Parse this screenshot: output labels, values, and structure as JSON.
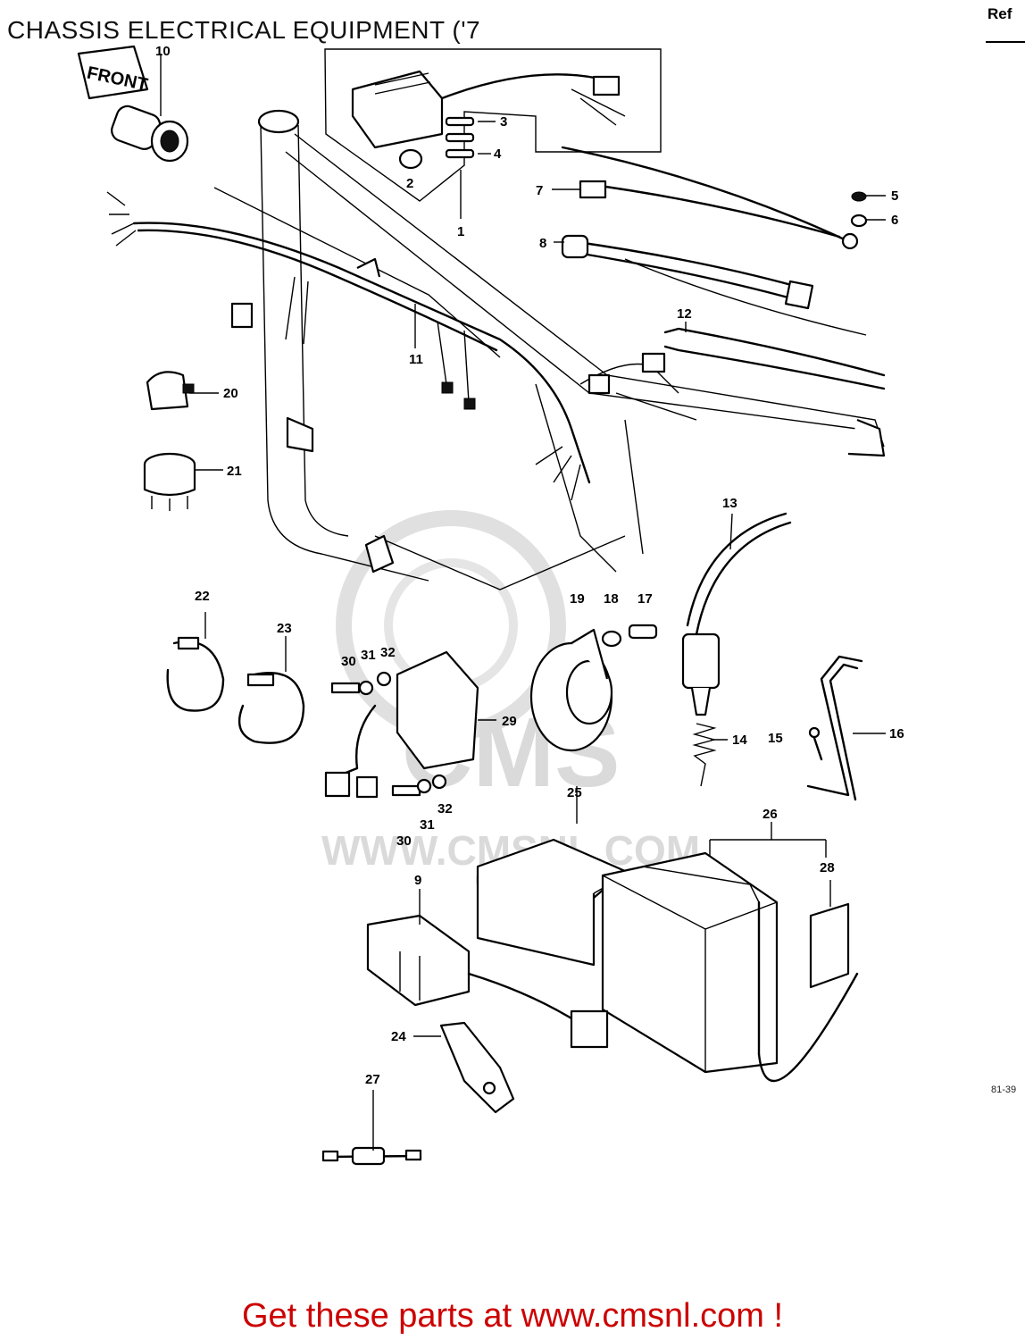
{
  "page": {
    "title": "CHASSIS ELECTRICAL EQUIPMENT ('7",
    "ref_label": "Ref",
    "diagram_code": "81-39",
    "footer": "Get these parts at www.cmsnl.com !"
  },
  "diagram": {
    "front_tag": "FRONT",
    "watermark": {
      "brand": "CMS",
      "url": "WWW.CMSNL.COM"
    },
    "callouts": [
      "1",
      "2",
      "3",
      "4",
      "5",
      "6",
      "7",
      "8",
      "9",
      "10",
      "11",
      "12",
      "13",
      "14",
      "15",
      "16",
      "17",
      "18",
      "19",
      "20",
      "21",
      "22",
      "23",
      "24",
      "25",
      "26",
      "27",
      "28",
      "29",
      "30",
      "31",
      "32"
    ]
  },
  "colors": {
    "footer_text": "#cc0000",
    "line_art": "#000000",
    "watermark": "#bcbcbc"
  }
}
